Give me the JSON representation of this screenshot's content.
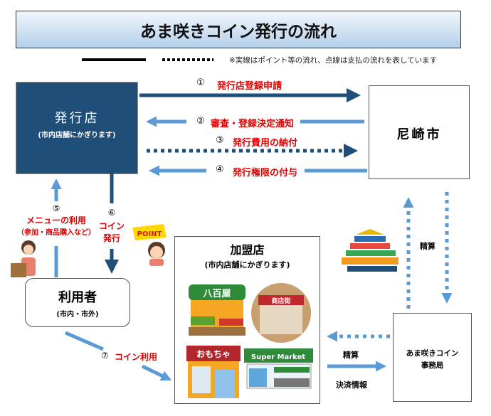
{
  "title": "あま咲きコイン発行の流れ",
  "legend": {
    "note": "※実線はポイント等の流れ、点線は支払の流れを表しています"
  },
  "issuer": {
    "name": "発行店",
    "sub": "(市内店舗にかぎります)"
  },
  "city": {
    "name": "尼崎市"
  },
  "user": {
    "name": "利用者",
    "sub": "(市内・市外)"
  },
  "member": {
    "name": "加盟店",
    "sub": "(市内店舗にかぎります)",
    "signs": {
      "greengrocer": "八百屋",
      "shopping_street": "商店街",
      "toy": "おもちゃ",
      "supermarket": "Super Market"
    }
  },
  "office": {
    "line1": "あま咲きコイン",
    "line2": "事務局"
  },
  "point_badge": "POINT",
  "steps": {
    "s1": {
      "num": "①",
      "label": "発行店登録申請"
    },
    "s2": {
      "num": "②",
      "label": "審査・登録決定通知"
    },
    "s3": {
      "num": "③",
      "label": "発行費用の納付"
    },
    "s4": {
      "num": "④",
      "label": "発行権限の付与"
    },
    "s5": {
      "num": "⑤",
      "label": "メニューの利用",
      "sub": "（参加・商品購入など）"
    },
    "s6": {
      "num": "⑥",
      "label1": "コイン",
      "label2": "発行"
    },
    "s7": {
      "num": "⑦",
      "label": "コイン利用"
    }
  },
  "settlement": {
    "city_office": "精算",
    "office_member": "精算",
    "payment_info": "決済情報"
  },
  "colors": {
    "navy": "#1f4e79",
    "light_blue": "#5b9bd5",
    "red": "#e00000"
  }
}
